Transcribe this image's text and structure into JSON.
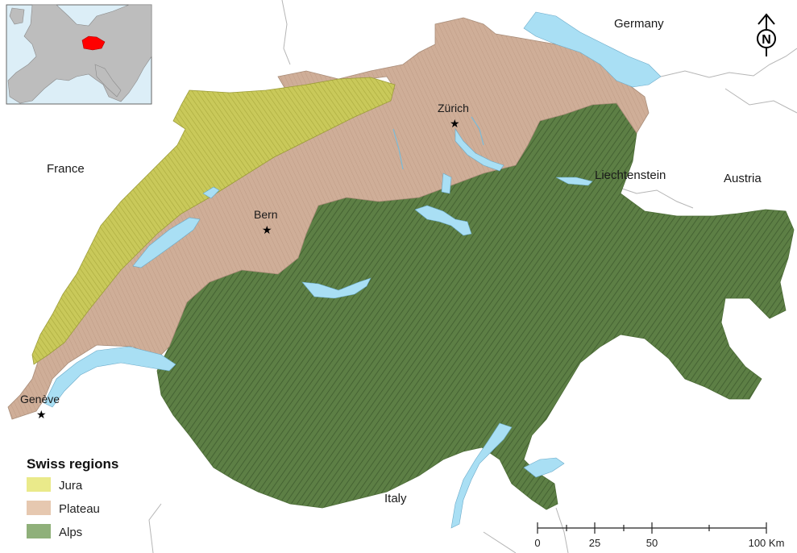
{
  "countries": {
    "germany": "Germany",
    "france": "France",
    "austria": "Austria",
    "liechtenstein": "Liechtenstein",
    "italy": "Italy"
  },
  "cities": {
    "zurich": "Zürich",
    "bern": "Bern",
    "geneve": "Genève"
  },
  "legend": {
    "title": "Swiss regions",
    "items": [
      {
        "label": "Jura",
        "color": "#eaea8a"
      },
      {
        "label": "Plateau",
        "color": "#e6c8b0"
      },
      {
        "label": "Alps",
        "color": "#8fb07a"
      }
    ]
  },
  "scale_bar": {
    "ticks": [
      "0",
      "25",
      "50",
      "100 Km"
    ]
  },
  "north_arrow": {
    "label": "N",
    "icon": "north-arrow-icon"
  },
  "colors": {
    "jura": "#c9c95a",
    "plateau": "#cfae98",
    "alps": "#5d7f45",
    "water": "#a9dff4",
    "highlight": "#ff0000"
  }
}
